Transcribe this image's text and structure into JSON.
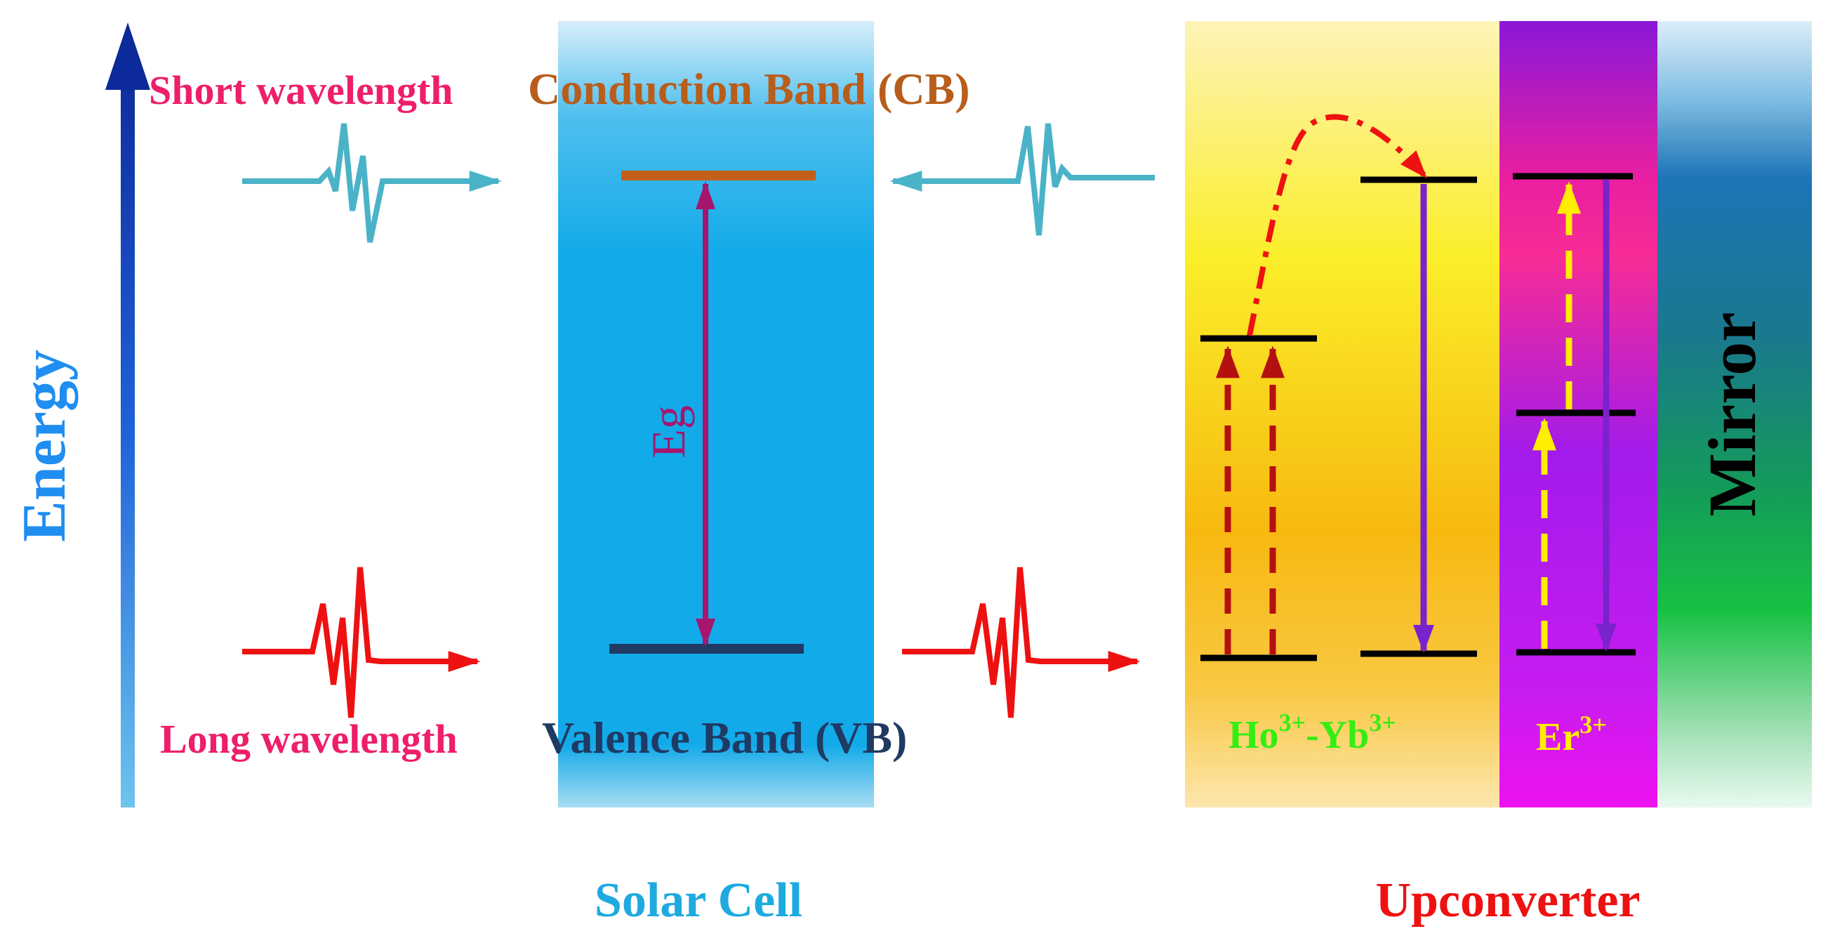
{
  "axis": {
    "label": "Energy",
    "color": "#1f8ef0"
  },
  "labels": {
    "short_wavelength": "Short wavelength",
    "long_wavelength": "Long wavelength",
    "conduction_band": "Conduction Band (CB)",
    "valence_band": "Valence Band (VB)",
    "eg": "Eg",
    "ho_yb": {
      "base1": "Ho",
      "sup1": "3+",
      "mid": "-Yb",
      "sup2": "3+"
    },
    "er": {
      "base": "Er",
      "sup": "3+"
    },
    "mirror": "Mirror",
    "solar_cell": "Solar Cell",
    "upconverter": "Upconverter"
  },
  "colors": {
    "short_wavelength_text": "#ee1e6a",
    "long_wavelength_text": "#ee1e6a",
    "cb_text": "#b85d1b",
    "vb_text": "#1f3a63",
    "solar_cell_text": "#1eaadf",
    "upconverter_text": "#ee1111",
    "ho_yb_text": "#33ee11",
    "er_text": "#ffee00",
    "short_wave": "#4ab3c8",
    "long_wave": "#ee1111",
    "cb_line": "#c2601a",
    "vb_line": "#1f3a63",
    "eg_arrow": "#a6156e",
    "level_line": "#000000",
    "ho_absorb": "#b51010",
    "er_absorb": "#ffee00",
    "emission": "#7a22cc",
    "energy_transfer": "#ee1111"
  }
}
